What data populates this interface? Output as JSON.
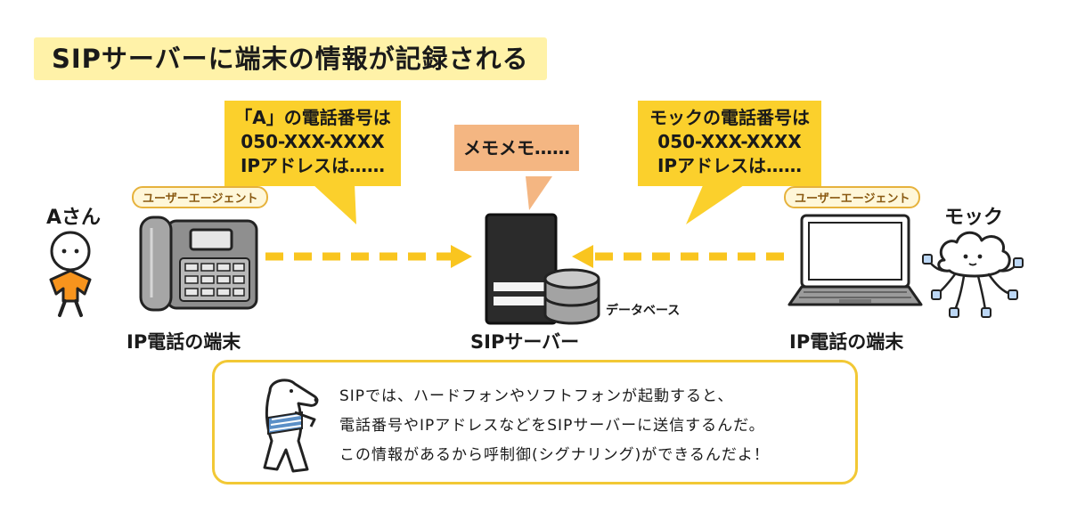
{
  "title": "SIPサーバーに端末の情報が記録される",
  "left_callout": {
    "lines": [
      "「A」の電話番号は",
      "050-XXX-XXXX",
      "IPアドレスは……"
    ]
  },
  "center_callout": {
    "text": "メモメモ……"
  },
  "right_callout": {
    "lines": [
      "モックの電話番号は",
      "050-XXX-XXXX",
      "IPアドレスは……"
    ]
  },
  "left_side": {
    "person": "Aさん",
    "tag": "ユーザーエージェント",
    "device_label": "IP電話の端末"
  },
  "center": {
    "server_label": "SIPサーバー",
    "db_label": "データベース"
  },
  "right_side": {
    "person": "モック",
    "tag": "ユーザーエージェント",
    "device_label": "IP電話の端末"
  },
  "note": {
    "lines": [
      "SIPでは、ハードフォンやソフトフォンが起動すると、",
      "電話番号やIPアドレスなどをSIPサーバーに送信するんだ。",
      "この情報があるから呼制御(シグナリング)ができるんだよ！"
    ]
  },
  "colors": {
    "yellow": "#fbd02c",
    "orange": "#f4b682",
    "person_orange": "#f7941d",
    "title_bg": "#fff2a8"
  }
}
